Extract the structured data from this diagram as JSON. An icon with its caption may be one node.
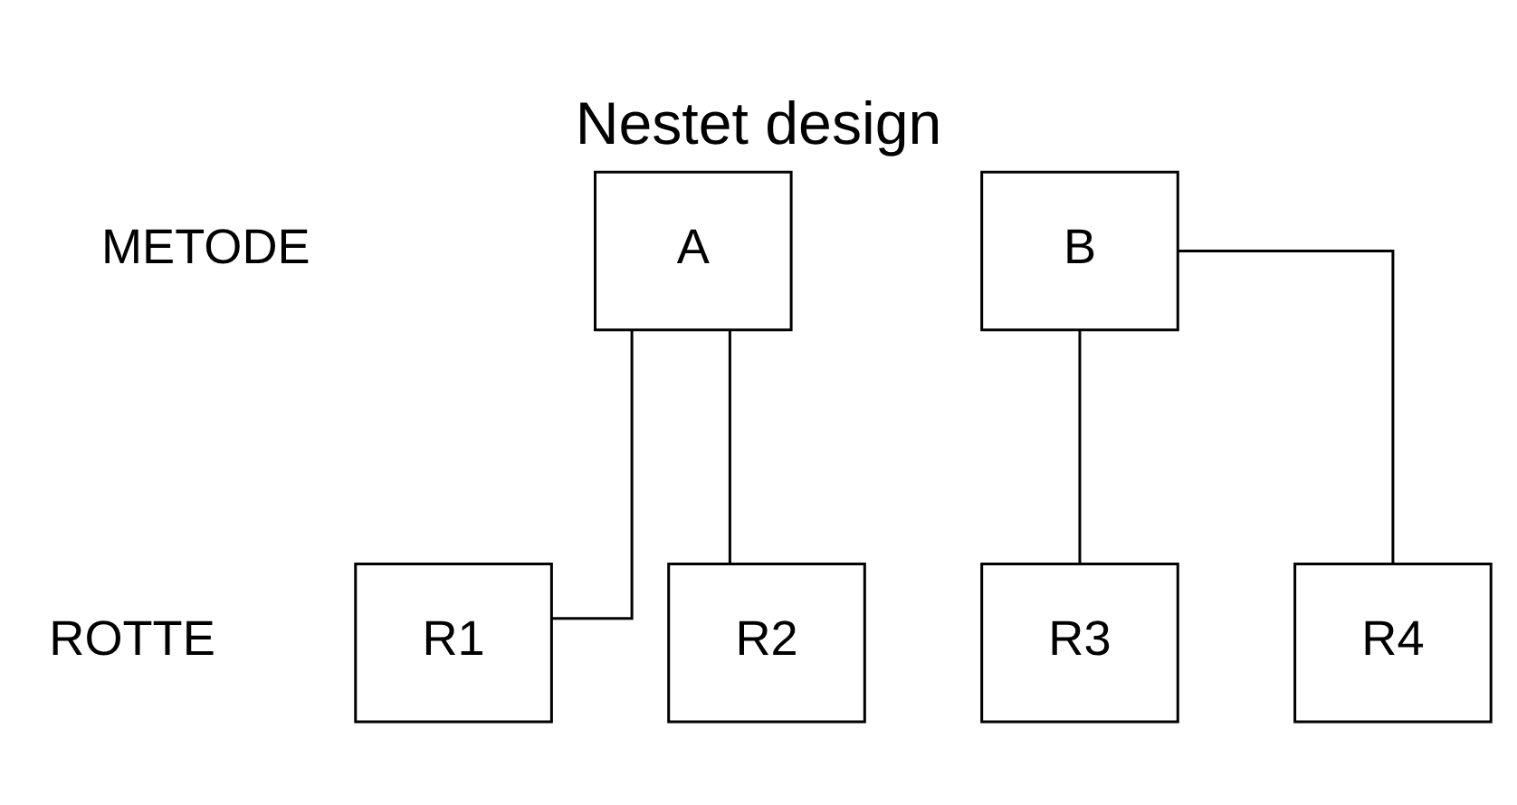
{
  "diagram": {
    "title": "Nestet design",
    "nodes": [
      {
        "text": [
          "A"
        ]
      },
      {
        "text": [
          "B"
        ]
      },
      {
        "text": [
          "R1"
        ]
      },
      {
        "text": [
          "R2"
        ]
      },
      {
        "text": [
          "R3"
        ]
      },
      {
        "text": [
          "R4"
        ]
      }
    ],
    "edges": [
      {
        "from": 0,
        "to": 2,
        "arrow": "none"
      },
      {
        "from": 0,
        "to": 3,
        "arrow": "none"
      },
      {
        "from": 1,
        "to": 4,
        "arrow": "none"
      },
      {
        "from": 1,
        "to": 5,
        "arrow": "none"
      }
    ],
    "labels": [
      "METODE",
      "ROTTE"
    ]
  }
}
